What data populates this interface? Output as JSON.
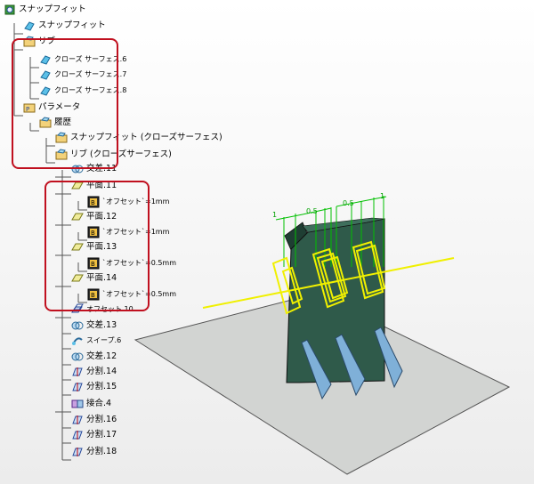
{
  "tree": {
    "nodes": [
      {
        "id": "root",
        "label": "スナップフィット",
        "icon": "part-body-icon"
      },
      {
        "id": "n1",
        "label": "スナップフィット",
        "icon": "surface-icon"
      },
      {
        "id": "n2",
        "label": "リブ",
        "icon": "geometric-set-icon"
      },
      {
        "id": "n3",
        "label": "クローズ サーフェス.6",
        "icon": "surface-icon"
      },
      {
        "id": "n4",
        "label": "クローズ サーフェス.7",
        "icon": "surface-icon"
      },
      {
        "id": "n5",
        "label": "クローズ サーフェス.8",
        "icon": "surface-icon"
      },
      {
        "id": "n6",
        "label": "パラメータ",
        "icon": "parameters-icon"
      },
      {
        "id": "n7",
        "label": "履歴",
        "icon": "geometric-set-icon"
      },
      {
        "id": "n8",
        "label": "スナップフィット (クローズサーフェス)",
        "icon": "geometric-set-icon"
      },
      {
        "id": "n9",
        "label": "リブ (クローズサーフェス)",
        "icon": "geometric-set-icon"
      },
      {
        "id": "n10",
        "label": "交差.11",
        "icon": "intersect-icon"
      },
      {
        "id": "n11",
        "label": "平面.11",
        "icon": "plane-icon"
      },
      {
        "id": "n12",
        "label": "`オフセット`=1mm",
        "icon": "formula-icon"
      },
      {
        "id": "n13",
        "label": "平面.12",
        "icon": "plane-icon"
      },
      {
        "id": "n14",
        "label": "`オフセット`=1mm",
        "icon": "formula-icon"
      },
      {
        "id": "n15",
        "label": "平面.13",
        "icon": "plane-icon"
      },
      {
        "id": "n16",
        "label": "`オフセット`=0.5mm",
        "icon": "formula-icon"
      },
      {
        "id": "n17",
        "label": "平面.14",
        "icon": "plane-icon"
      },
      {
        "id": "n18",
        "label": "`オフセット`=0.5mm",
        "icon": "formula-icon"
      },
      {
        "id": "n19",
        "label": "オフセット.10",
        "icon": "offset-icon"
      },
      {
        "id": "n20",
        "label": "交差.13",
        "icon": "intersect-icon"
      },
      {
        "id": "n21",
        "label": "スイープ.6",
        "icon": "sweep-icon"
      },
      {
        "id": "n22",
        "label": "交差.12",
        "icon": "intersect-icon"
      },
      {
        "id": "n23",
        "label": "分割.14",
        "icon": "split-icon"
      },
      {
        "id": "n24",
        "label": "分割.15",
        "icon": "split-icon"
      },
      {
        "id": "n25",
        "label": "接合.4",
        "icon": "join-icon"
      },
      {
        "id": "n26",
        "label": "分割.16",
        "icon": "split-icon"
      },
      {
        "id": "n27",
        "label": "分割.17",
        "icon": "split-icon"
      },
      {
        "id": "n28",
        "label": "分割.18",
        "icon": "split-icon"
      }
    ]
  },
  "viewport": {
    "dimensions": [
      "1",
      "0.5",
      "0.5",
      "1"
    ]
  },
  "colors": {
    "highlight": "#c0101f",
    "snapfit_body": "#2f5a4a",
    "rib": "#7fb0d8",
    "floor": "#d2d4d2",
    "planes": "#f0f000",
    "dimension_lines": "#00c000"
  }
}
